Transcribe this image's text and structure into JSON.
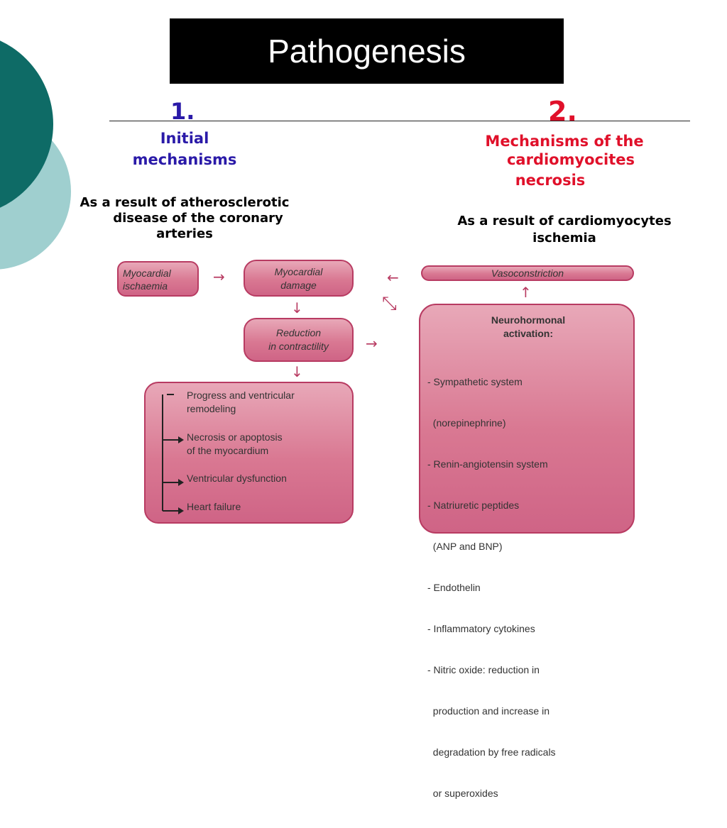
{
  "title": "Pathogenesis",
  "left": {
    "number": "1.",
    "heading_line1": "Initial",
    "heading_line2": "mechanisms",
    "desc_line1": "As a result of atherosclerotic",
    "desc_line2": "disease of the coronary",
    "desc_line3": "arteries"
  },
  "right": {
    "number": "2.",
    "heading_line1": "Mechanisms of the",
    "heading_line2": "cardiomyocites",
    "heading_line3": "necrosis",
    "desc_line1": "As a result of cardiomyocytes",
    "desc_line2": "ischemia"
  },
  "diagram": {
    "ischaemia_l1": "Myocardial",
    "ischaemia_l2": "ischaemia",
    "damage_l1": "Myocardial",
    "damage_l2": "damage",
    "reduction_l1": "Reduction",
    "reduction_l2": "in contractility",
    "vasoconstriction": "Vasoconstriction",
    "progress": {
      "item1_l1": "Progress and ventricular",
      "item1_l2": "remodeling",
      "item2_l1": "Necrosis or apoptosis",
      "item2_l2": "of the myocardium",
      "item3": "Ventricular dysfunction",
      "item4": "Heart failure"
    },
    "neuro": {
      "heading_l1": "Neurohormonal",
      "heading_l2": "activation:",
      "lines": [
        "- Sympathetic system",
        "  (norepinephrine)",
        "- Renin-angiotensin system",
        "- Natriuretic peptides",
        "  (ANP and BNP)",
        "- Endothelin",
        "- Inflammatory cytokines",
        "- Nitric oxide: reduction in",
        "  production and increase in",
        "  degradation by free radicals",
        "  or superoxides"
      ]
    }
  },
  "colors": {
    "teal_dark": "#0e6b66",
    "teal_light": "#9fcfcf",
    "box_pink": "#d97892",
    "heading_blue": "#2a1aa8",
    "heading_red": "#e0102a"
  }
}
